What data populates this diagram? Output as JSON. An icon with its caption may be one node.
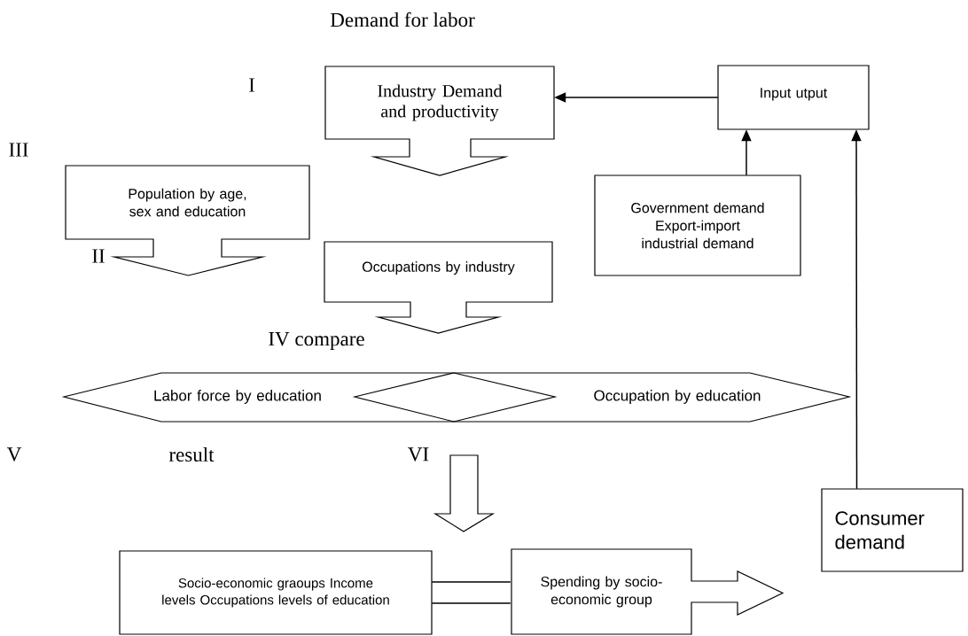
{
  "diagram": {
    "title": "Demand for labor",
    "nodes": [
      {
        "text": [
          "Industry Demand and productivity"
        ]
      },
      {
        "text": [
          "Input utput"
        ]
      },
      {
        "text": [
          "Population by age, sex and education"
        ]
      },
      {
        "text": [
          "Government demand Export-import industrial demand"
        ]
      },
      {
        "text": [
          "Occupations by industry"
        ]
      },
      {
        "text": [
          "Labor force by education"
        ]
      },
      {
        "text": [
          "Occupation by education"
        ]
      },
      {
        "text": [
          "Socio-economic graoups Income levels Occupations levels of education"
        ]
      },
      {
        "text": [
          "Spending by socio-economic group"
        ]
      },
      {
        "text": [
          "Consumer demand"
        ]
      }
    ],
    "edges": [
      {
        "from": 1,
        "to": 0,
        "arrow": "to"
      },
      {
        "from": 3,
        "to": 1,
        "arrow": "to"
      },
      {
        "from": 9,
        "to": 1,
        "arrow": "to"
      },
      {
        "from": 7,
        "to": 8,
        "arrow": "none"
      }
    ],
    "labels": [
      "I",
      "III",
      "II",
      "IV compare",
      "V",
      "result",
      "VI"
    ]
  }
}
